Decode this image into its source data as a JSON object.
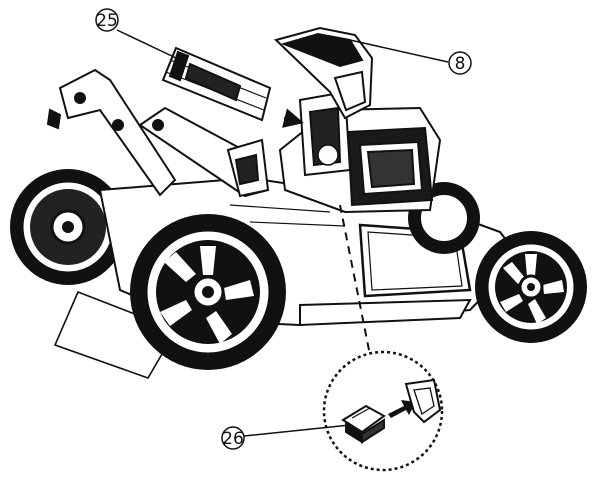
{
  "figure": {
    "callouts": [
      {
        "id": "battery",
        "label": "25"
      },
      {
        "id": "cover",
        "label": "8"
      },
      {
        "id": "safety-key",
        "label": "26"
      }
    ]
  },
  "colors": {
    "ink": "#111111",
    "paper": "#ffffff",
    "fill_dark": "#1a1a1a"
  }
}
